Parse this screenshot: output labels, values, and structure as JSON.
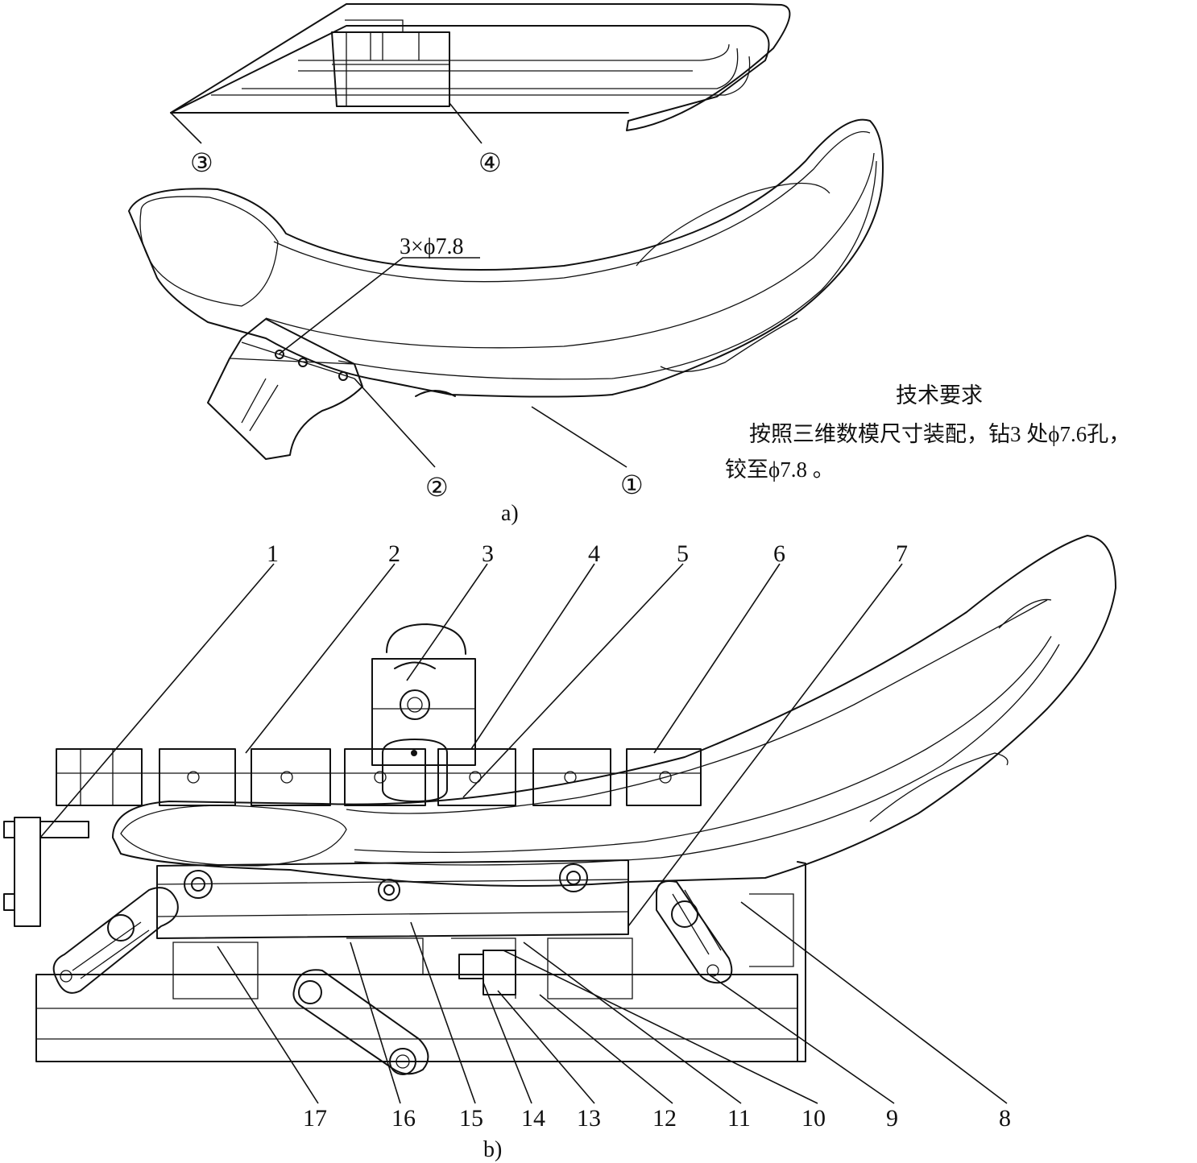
{
  "figure_a": {
    "caption": "a)",
    "part_labels": [
      "①",
      "②",
      "③",
      "④"
    ],
    "hole_callout": "3×ϕ7.8",
    "tech_req": {
      "title": "技术要求",
      "line1": "按照三维数模尺寸装配，钻3 处ϕ7.6孔，",
      "line2": "铰至ϕ7.8 。"
    }
  },
  "figure_b": {
    "caption": "b)",
    "top_labels": [
      "1",
      "2",
      "3",
      "4",
      "5",
      "6",
      "7"
    ],
    "bottom_labels": [
      "17",
      "16",
      "15",
      "14",
      "13",
      "12",
      "11",
      "10",
      "9",
      "8"
    ]
  }
}
